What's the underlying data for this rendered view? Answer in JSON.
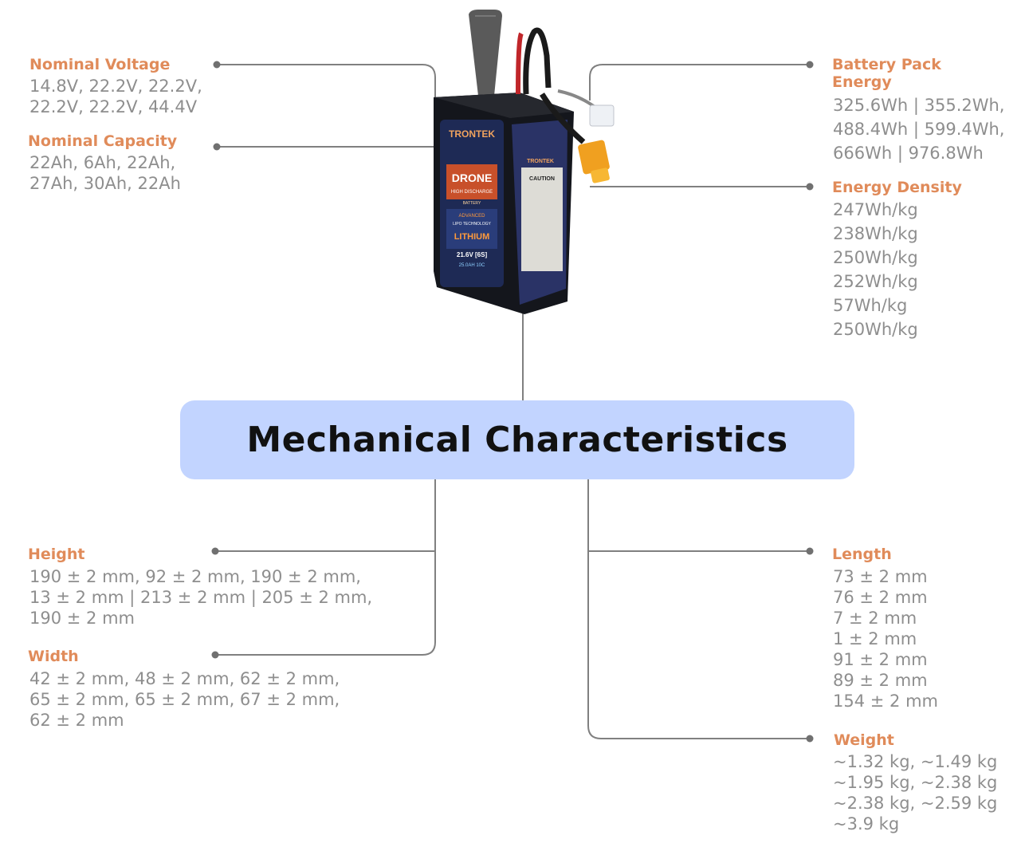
{
  "title": "Mechanical Characteristics",
  "battery_image": {
    "brand": "TRONTEK",
    "name": "DRONE",
    "subtitle": "HIGH DISCHARGE",
    "tag": "BATTERY",
    "line1": "ADVANCED",
    "line2": "LIPO TECHNOLOGY",
    "chem": "LITHIUM",
    "volt": "21.6V [6S]",
    "cap": "25.0AH 10C",
    "caution": "CAUTION"
  },
  "specs": {
    "nominal_voltage": {
      "label": "Nominal Voltage",
      "lines": [
        "14.8V, 22.2V, 22.2V,",
        "22.2V, 22.2V, 44.4V"
      ]
    },
    "nominal_capacity": {
      "label": "Nominal Capacity",
      "lines": [
        "22Ah, 6Ah, 22Ah,",
        "27Ah, 30Ah, 22Ah"
      ]
    },
    "battery_pack_energy": {
      "label_lines": [
        "Battery Pack",
        "Energy"
      ],
      "lines": [
        "325.6Wh | 355.2Wh,",
        "488.4Wh | 599.4Wh,",
        "666Wh | 976.8Wh"
      ]
    },
    "energy_density": {
      "label": "Energy Density",
      "lines": [
        "247Wh/kg",
        "238Wh/kg",
        "250Wh/kg",
        "252Wh/kg",
        "57Wh/kg",
        "250Wh/kg"
      ]
    },
    "height": {
      "label": "Height",
      "lines": [
        "190 ± 2 mm, 92 ± 2 mm, 190 ± 2 mm,",
        "13 ± 2 mm | 213 ± 2 mm | 205 ± 2 mm,",
        "190 ± 2 mm"
      ]
    },
    "width": {
      "label": "Width",
      "lines": [
        "42 ± 2 mm, 48 ± 2 mm, 62 ± 2 mm,",
        "65 ± 2 mm, 65 ± 2 mm, 67 ± 2 mm,",
        "62 ± 2 mm"
      ]
    },
    "length": {
      "label": "Length",
      "lines": [
        "73 ± 2 mm",
        "76 ± 2 mm",
        "7 ± 2 mm",
        "1 ± 2 mm",
        "91 ± 2 mm",
        "89 ± 2 mm",
        "154 ± 2 mm"
      ]
    },
    "weight": {
      "label": "Weight",
      "lines": [
        "~1.32 kg, ~1.49 kg",
        "~1.95 kg, ~2.38 kg",
        "~2.38 kg, ~2.59 kg",
        "~3.9 kg"
      ]
    }
  },
  "colors": {
    "label": "#e08b5a",
    "value": "#8e8e8e",
    "line": "#808080",
    "title_bg": "#c2d4ff",
    "title_text": "#111111"
  }
}
